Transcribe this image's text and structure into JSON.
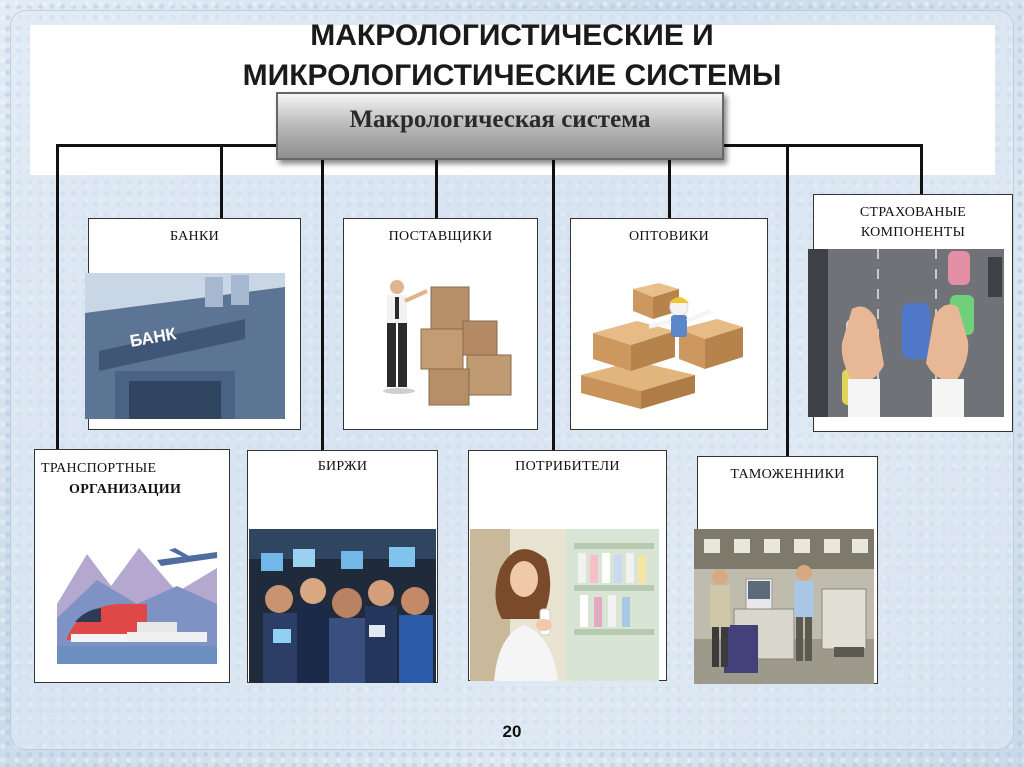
{
  "slide": {
    "title_line1": "МАКРОЛОГИСТИЧЕСКИЕ И",
    "title_line2": "МИКРОЛОГИСТИЧЕСКИЕ СИСТЕМЫ",
    "root_label": "Макрологическая система",
    "page_number": "20"
  },
  "top_row": [
    {
      "label": "БАНКИ",
      "image": "bank-building-photo"
    },
    {
      "label": "ПОСТАВЩИКИ",
      "image": "supplier-with-boxes-photo"
    },
    {
      "label": "ОПТОВИКИ",
      "image": "wholesaler-boxes-figure"
    },
    {
      "label_line1": "СТРАХОВАНЫЕ",
      "label_line2": "КОМПОНЕНТЫ",
      "image": "cars-in-hands-photo"
    }
  ],
  "bottom_row": [
    {
      "label_line1": "ТРАНСПОРТНЫЕ",
      "label_line2": "ОРГАНИЗАЦИИ",
      "image": "transport-collage"
    },
    {
      "label": "БИРЖИ",
      "image": "stock-exchange-photo"
    },
    {
      "label": "ПОТРИБИТЕЛИ",
      "image": "shopper-photo"
    },
    {
      "label": "ТАМОЖЕННИКИ",
      "image": "customs-checkpoint-photo"
    }
  ]
}
